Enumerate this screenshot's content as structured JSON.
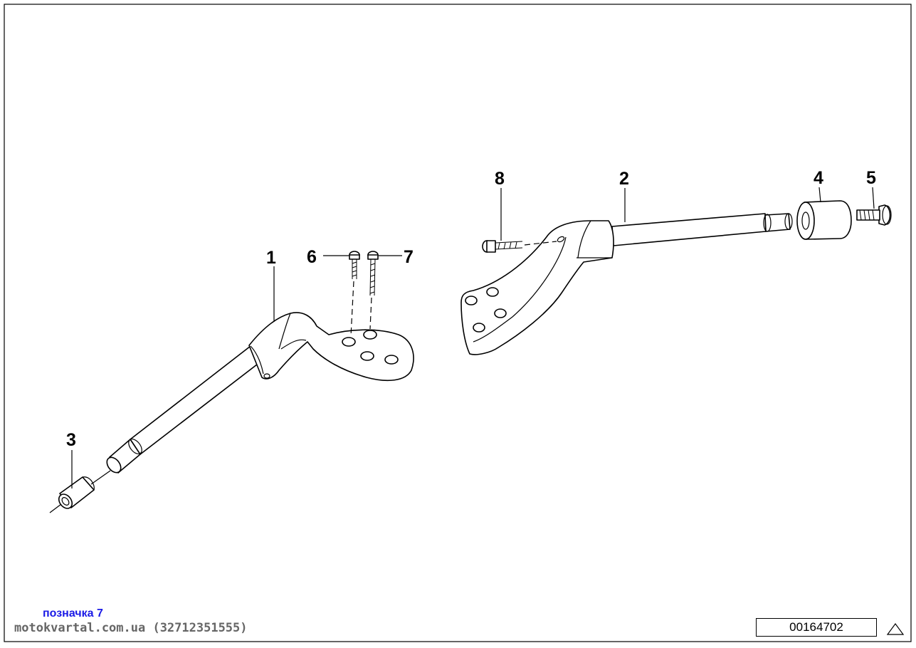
{
  "diagram": {
    "callouts": [
      "1",
      "2",
      "3",
      "4",
      "5",
      "6",
      "7",
      "8"
    ],
    "diagram_id": "00164702"
  },
  "footer": {
    "note": "позначка 7",
    "watermark": "motokvartal.com.ua (32712351555)"
  },
  "icons": {
    "corner_icon": "warning-triangle-icon"
  }
}
